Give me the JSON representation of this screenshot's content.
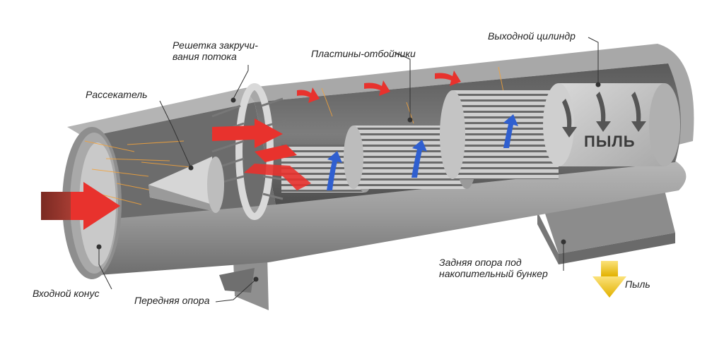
{
  "labels": {
    "swirl_grate_line1": "Решетка закручи-",
    "swirl_grate_line2": "вания потока",
    "deflector_plates": "Пластины-отбойники",
    "outlet_cylinder": "Выходной цилиндр",
    "diffuser": "Рассекатель",
    "inlet_cone": "Входной конус",
    "front_support": "Передняя опора",
    "rear_support_line1": "Задняя опора под",
    "rear_support_line2": "накопительный бункер",
    "dust_inside": "ПЫЛЬ",
    "dust_outlet": "Пыль"
  },
  "colors": {
    "airflow": "#e8322d",
    "inlet_arrow": "#8a2a22",
    "updraft": "#2f5fd0",
    "dust_arrow": "#f2c200",
    "body": "#9a9a9a",
    "dust_arrows": "#555555"
  }
}
